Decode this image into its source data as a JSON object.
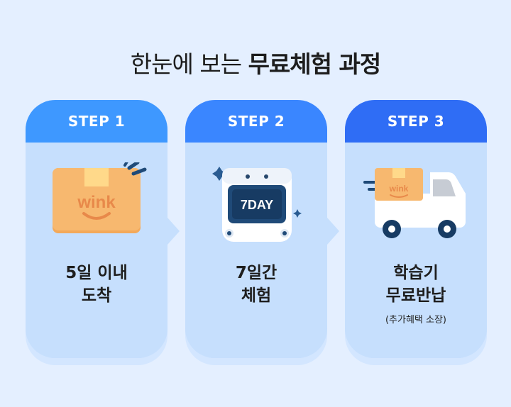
{
  "title": {
    "light": "한눈에 보는",
    "bold": "무료체험 과정"
  },
  "steps": [
    {
      "label": "STEP 1",
      "line1": "5일 이내",
      "line2": "도착",
      "sub": ""
    },
    {
      "label": "STEP 2",
      "line1": "7일간",
      "line2": "체험",
      "sub": ""
    },
    {
      "label": "STEP 3",
      "line1": "학습기",
      "line2": "무료반납",
      "sub": "(추가혜택 소장)"
    }
  ],
  "box_brand": "wink",
  "device_screen": "7DAY",
  "truck_brand": "wink",
  "colors": {
    "background": "#e4efff",
    "step1": "#3e98ff",
    "step2": "#3a86ff",
    "step3": "#2f6df5",
    "card": "#c6dffd",
    "box": "#f6b26b",
    "navy": "#173b63"
  }
}
